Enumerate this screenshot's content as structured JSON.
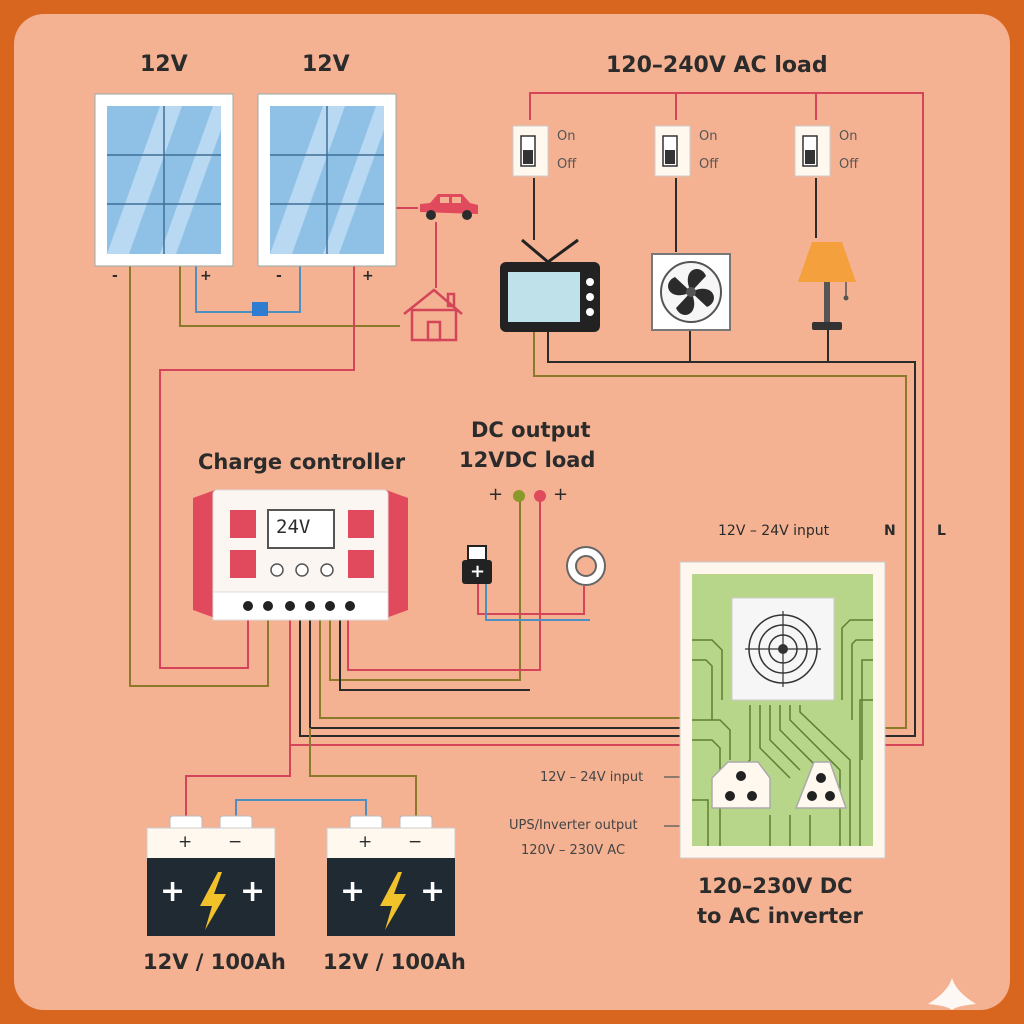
{
  "colors": {
    "frame": "#d9661f",
    "background": "#f4b293",
    "wire_red": "#d4455a",
    "wire_olive": "#8a7a2a",
    "wire_blue": "#4c8fc0",
    "wire_dark": "#2b2b2b",
    "panel_glass": "#8fc1e6",
    "inverter_board": "#b8d68a",
    "controller_accent": "#e04a5c",
    "battery_body": "#1f2a33",
    "bolt": "#f2c22a"
  },
  "panels": [
    {
      "voltage": "12V",
      "neg": "-",
      "pos": "+"
    },
    {
      "voltage": "12V",
      "neg": "-",
      "pos": "+"
    }
  ],
  "ac_load": {
    "title": "120–240V AC load",
    "switches": [
      {
        "on": "On",
        "off": "Off",
        "device": "tv-icon"
      },
      {
        "on": "On",
        "off": "Off",
        "device": "fan-icon"
      },
      {
        "on": "On",
        "off": "Off",
        "device": "lamp-icon"
      }
    ]
  },
  "icons": [
    "car-icon",
    "house-icon",
    "tv-icon",
    "fan-icon",
    "lamp-icon",
    "usb-icon",
    "ring-socket-icon",
    "battery-icon",
    "bolt-icon",
    "sparkle-icon"
  ],
  "charge_controller": {
    "title": "Charge controller",
    "display": "24V"
  },
  "dc_output": {
    "title_line1": "DC output",
    "title_line2": "12VDC load",
    "pos1": "+",
    "pos2": "+",
    "usb_sign": "+"
  },
  "inverter": {
    "top_input": "12V – 24V input",
    "n": "N",
    "l": "L",
    "input_callout": "12V – 24V input",
    "output_callout_line1": "UPS/Inverter output",
    "output_callout_line2": "120V – 230V AC",
    "title_line1": "120–230V DC",
    "title_line2": "to AC inverter"
  },
  "batteries": [
    {
      "label": "12V / 100Ah",
      "pos": "+",
      "neg": "−",
      "face_left": "+",
      "face_right": "+"
    },
    {
      "label": "12V / 100Ah",
      "pos": "+",
      "neg": "−",
      "face_left": "+",
      "face_right": "+"
    }
  ]
}
